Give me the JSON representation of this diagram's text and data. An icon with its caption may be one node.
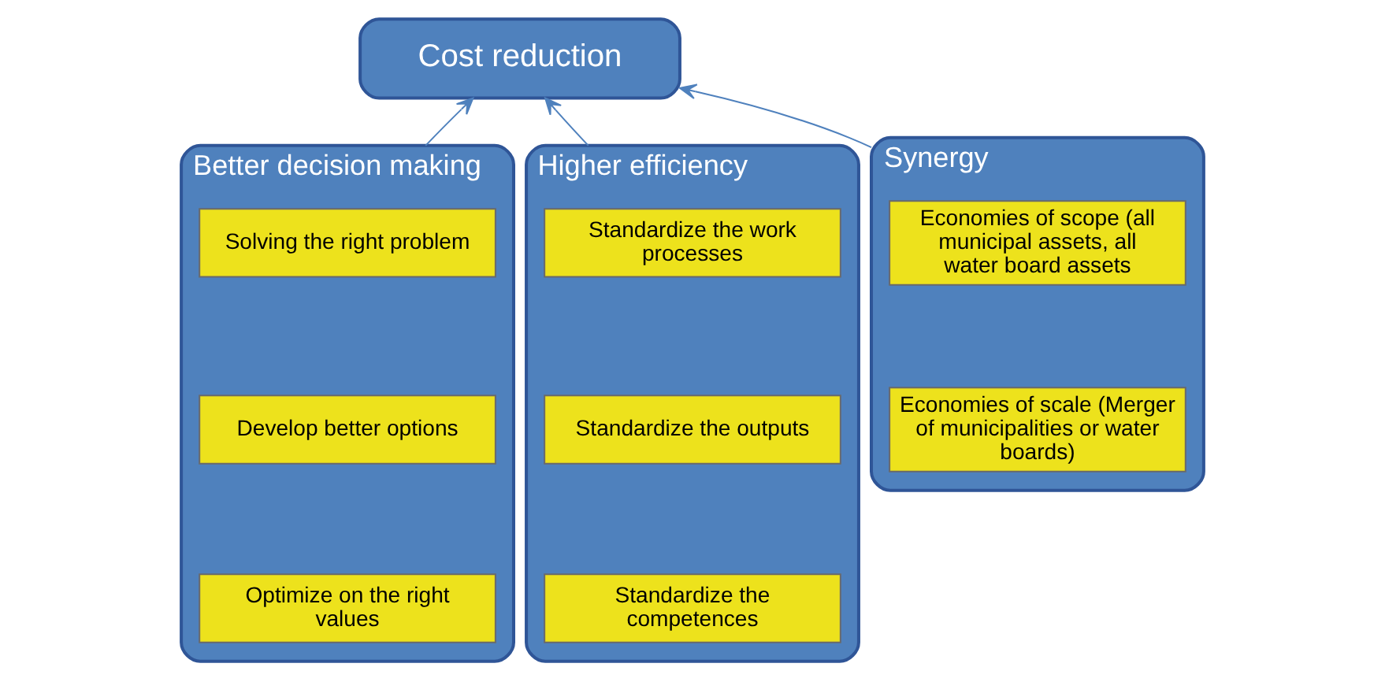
{
  "diagram": {
    "nodes": [
      {
        "text": [
          "Cost reduction"
        ]
      },
      {
        "text": [
          "Better decision making"
        ]
      },
      {
        "text": [
          "Solving the right problem"
        ],
        "in": 1
      },
      {
        "text": [
          "Develop better options"
        ],
        "in": 1
      },
      {
        "text": [
          "Optimize on the right values"
        ],
        "in": 1
      },
      {
        "text": [
          "Higher efficiency"
        ]
      },
      {
        "text": [
          "Standardize the work processes"
        ],
        "in": 5
      },
      {
        "text": [
          "Standardize the outputs"
        ],
        "in": 5
      },
      {
        "text": [
          "Standardize the competences"
        ],
        "in": 5
      },
      {
        "text": [
          "Synergy"
        ]
      },
      {
        "text": [
          "Economies of scope (all municipal assets, all water board assets"
        ],
        "in": 9
      },
      {
        "text": [
          "Economies of scale (Merger of municipalities or water boards)"
        ],
        "in": 9
      }
    ],
    "edges": [
      {
        "from": 1,
        "to": 0,
        "arrow": "to"
      },
      {
        "from": 5,
        "to": 0,
        "arrow": "to"
      },
      {
        "from": 9,
        "to": 0,
        "arrow": "to"
      }
    ]
  }
}
